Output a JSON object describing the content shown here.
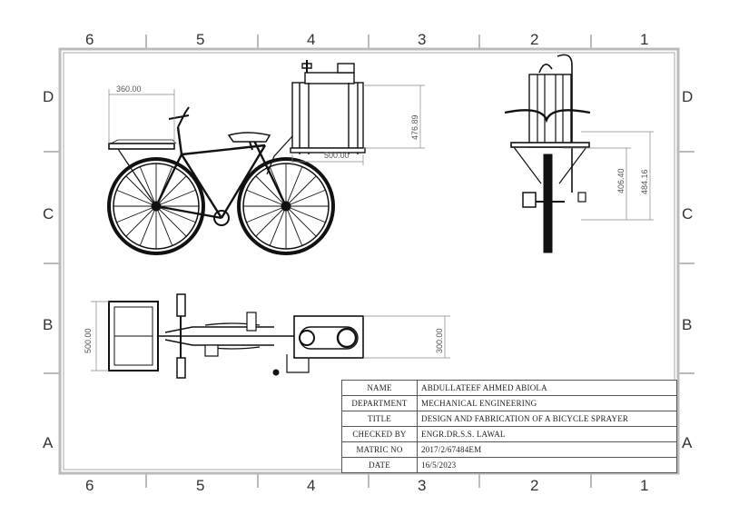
{
  "border": {
    "columns_top": [
      "6",
      "5",
      "4",
      "3",
      "2",
      "1"
    ],
    "columns_bottom": [
      "6",
      "5",
      "4",
      "3",
      "2",
      "1"
    ],
    "rows_left": [
      "D",
      "C",
      "B",
      "A"
    ],
    "rows_right": [
      "D",
      "C",
      "B",
      "A"
    ]
  },
  "dimensions": {
    "side_carrier_length": "360.00",
    "side_tank_height": "476.89",
    "side_carrier_width": "500.00",
    "front_height_a": "406.40",
    "front_height_b": "484.16",
    "top_carrier_width": "500.00",
    "top_platform_width": "300.00"
  },
  "title_block": {
    "rows": [
      {
        "label": "NAME",
        "value": "ABDULLATEEF AHMED ABIOLA"
      },
      {
        "label": "DEPARTMENT",
        "value": "MECHANICAL ENGINEERING"
      },
      {
        "label": "TITLE",
        "value": "DESIGN AND FABRICATION OF A BICYCLE SPRAYER"
      },
      {
        "label": "CHECKED BY",
        "value": "ENGR.DR.S.S. LAWAL"
      },
      {
        "label": "MATRIC NO",
        "value": "2017/2/67484EM"
      },
      {
        "label": "DATE",
        "value": "16/5/2023"
      }
    ]
  }
}
